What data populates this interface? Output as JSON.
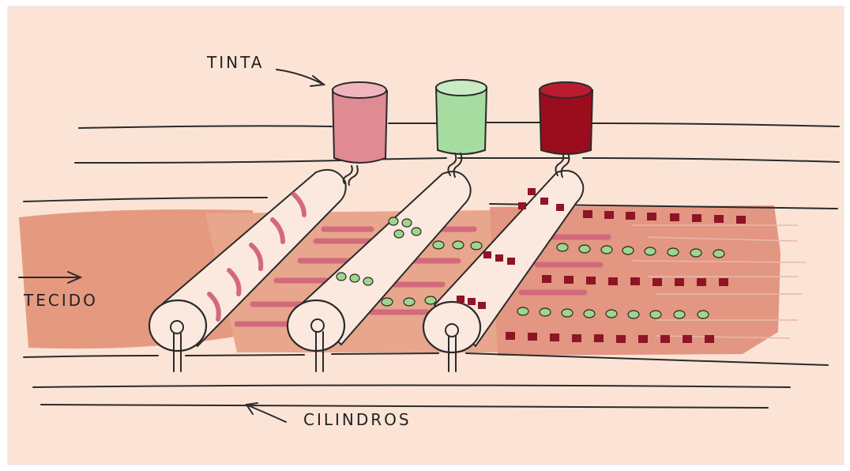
{
  "labels": {
    "ink": "TINTA",
    "fabric": "TECIDO",
    "cylinders": "CILINDROS"
  },
  "colors": {
    "paper": "#fbe4d6",
    "fabric": "#e59a80",
    "fabric_dark": "#d77f69",
    "roller": "#fbe9df",
    "stripe_pink": "#d26a7c",
    "ink_pink": "#e08a94",
    "ink_green": "#a6dca0",
    "ink_red": "#9b0d1d",
    "dot_green": "#9fd58c",
    "square_red": "#8e1426",
    "line": "#2a2a2a"
  },
  "icons": {
    "ink_arrow": "arrow-down-right-icon",
    "fabric_arrow": "arrow-right-icon",
    "cylinder_arrow": "arrow-up-left-icon"
  }
}
